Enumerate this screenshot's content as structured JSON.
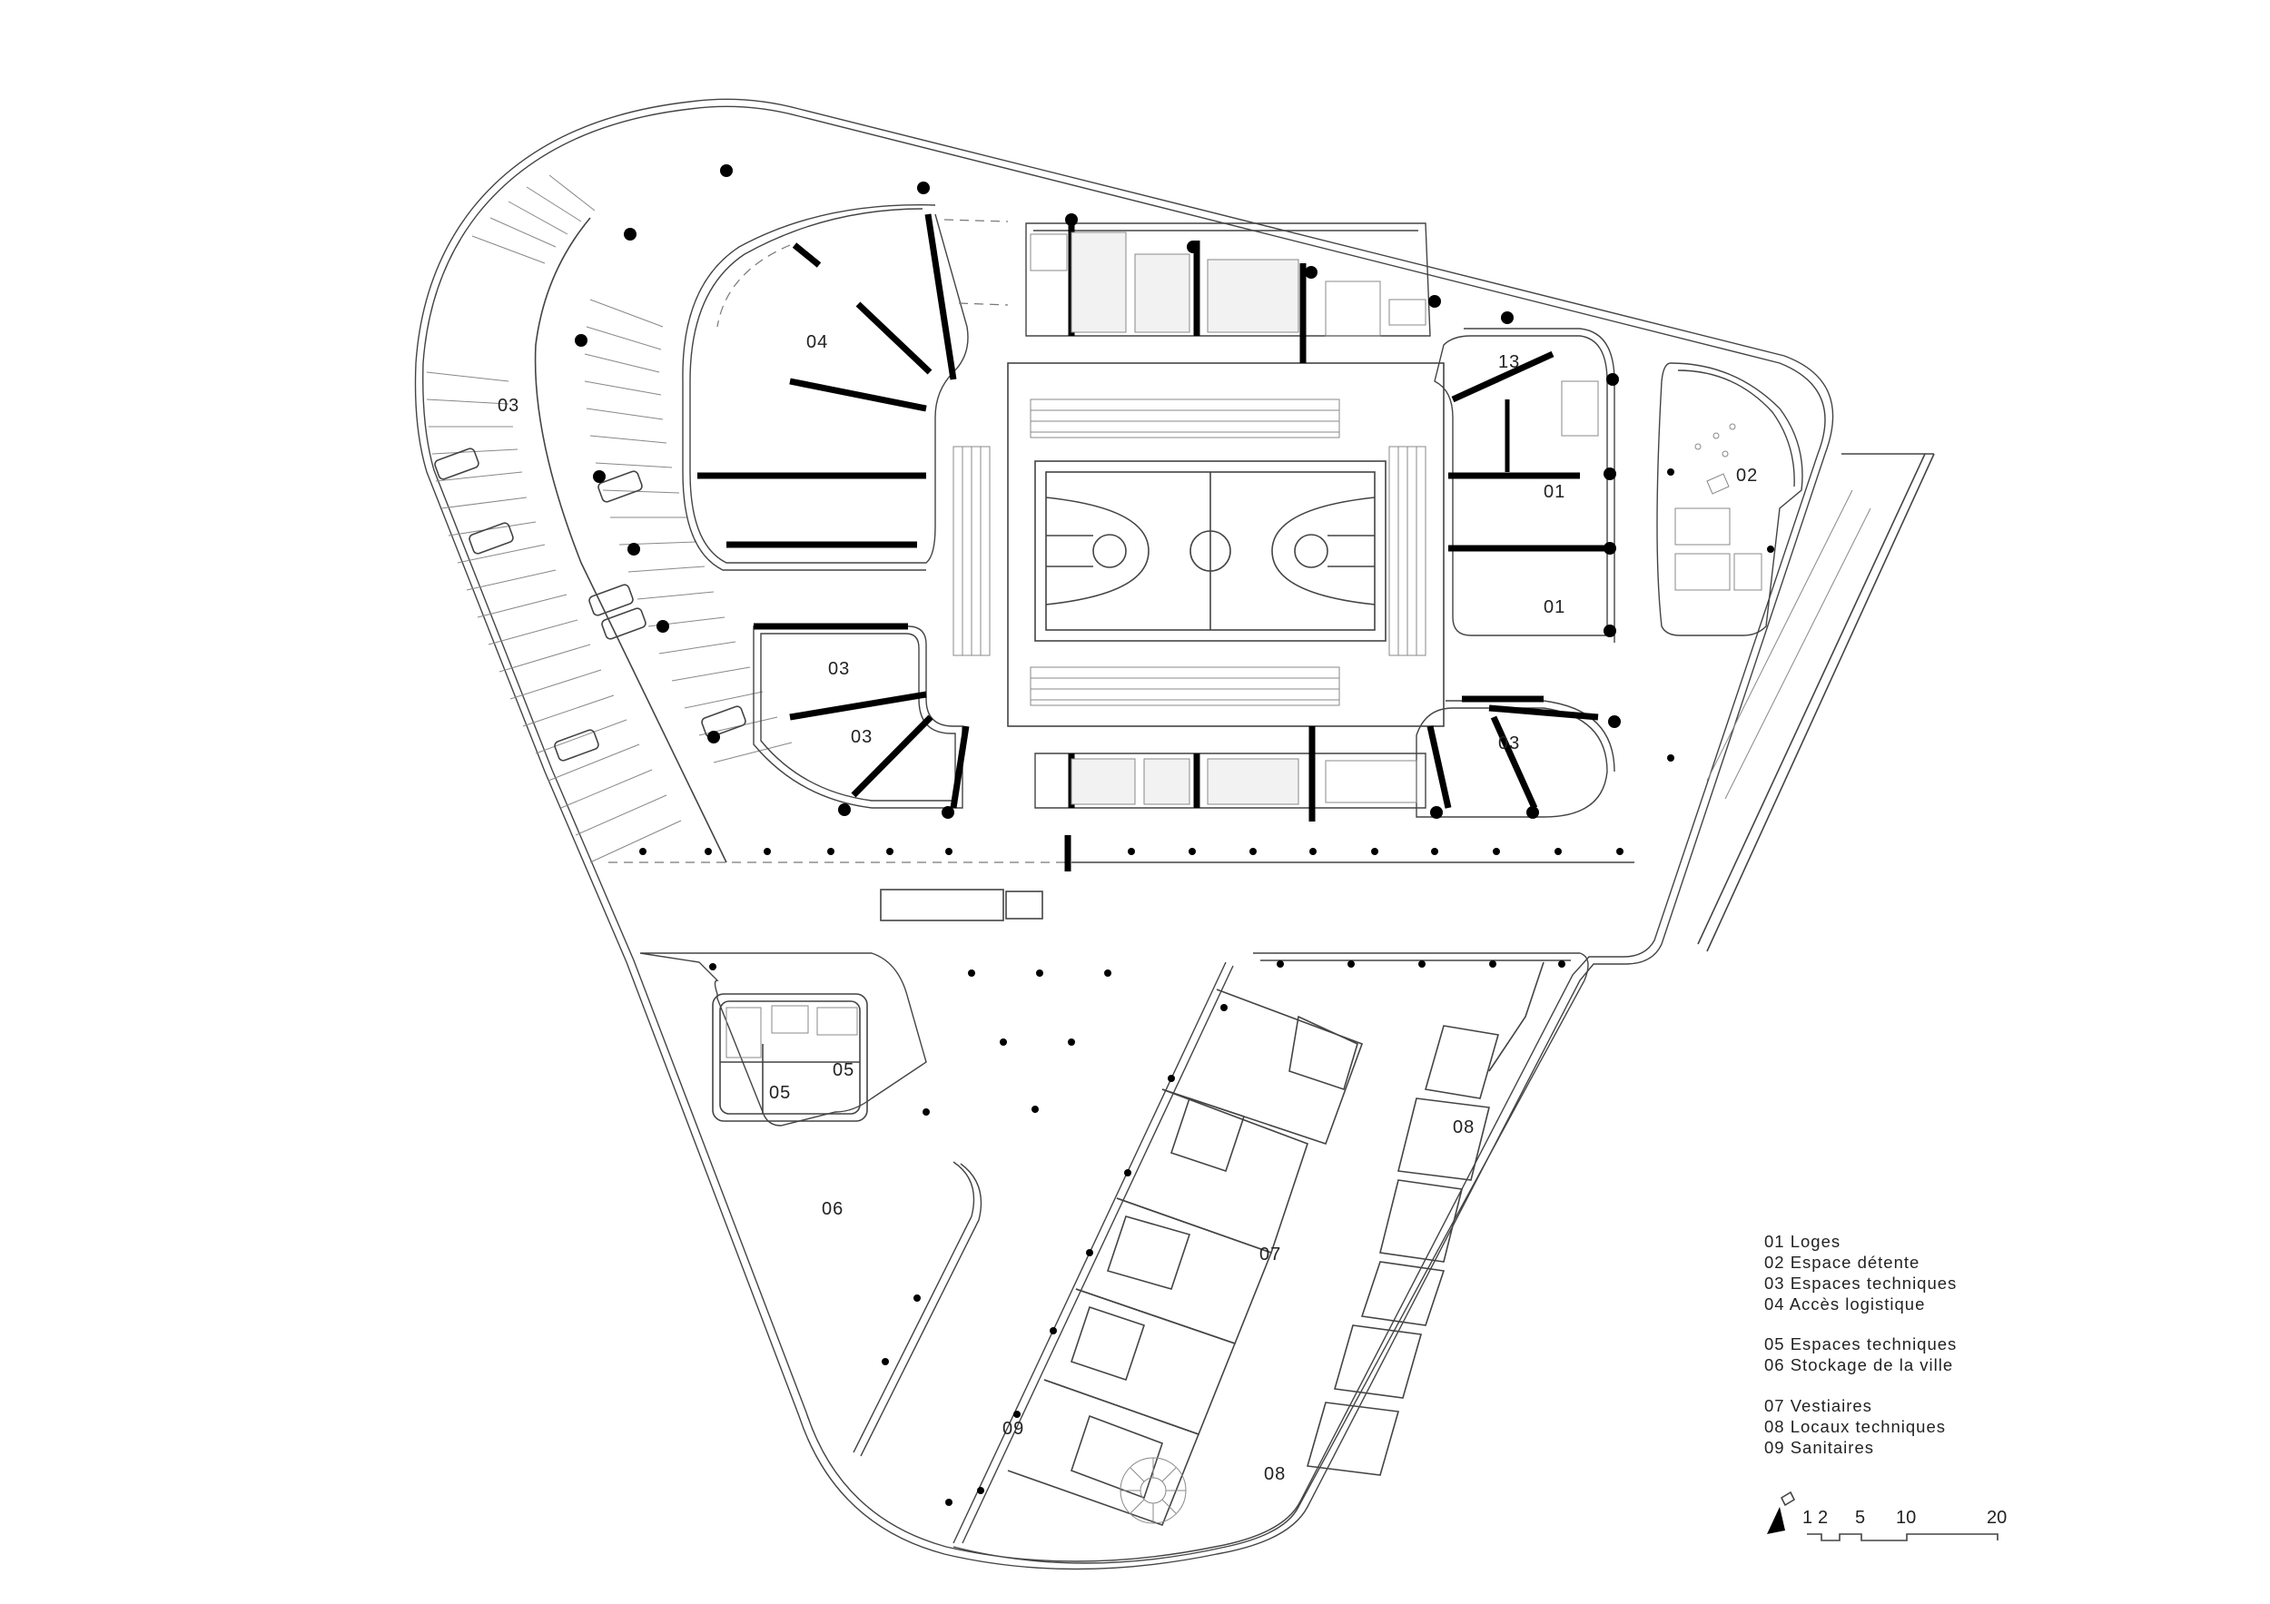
{
  "plan": {
    "labels": [
      {
        "id": "lbl-04",
        "text": "04"
      },
      {
        "id": "lbl-03-parking",
        "text": "03"
      },
      {
        "id": "lbl-03-a",
        "text": "03"
      },
      {
        "id": "lbl-03-b",
        "text": "03"
      },
      {
        "id": "lbl-03-c",
        "text": "03"
      },
      {
        "id": "lbl-13",
        "text": "13"
      },
      {
        "id": "lbl-01-a",
        "text": "01"
      },
      {
        "id": "lbl-01-b",
        "text": "01"
      },
      {
        "id": "lbl-02",
        "text": "02"
      },
      {
        "id": "lbl-05-a",
        "text": "05"
      },
      {
        "id": "lbl-05-b",
        "text": "05"
      },
      {
        "id": "lbl-06",
        "text": "06"
      },
      {
        "id": "lbl-07",
        "text": "07"
      },
      {
        "id": "lbl-08-a",
        "text": "08"
      },
      {
        "id": "lbl-08-b",
        "text": "08"
      },
      {
        "id": "lbl-09",
        "text": "09"
      }
    ]
  },
  "legend": {
    "groups": [
      [
        "01  Loges",
        "02  Espace  détente",
        "03  Espaces  techniques",
        "04  Accès  logistique"
      ],
      [
        "05  Espaces  techniques",
        "06  Stockage  de  la  ville"
      ],
      [
        "07  Vestiaires",
        "08  Locaux  techniques",
        "09  Sanitaires"
      ]
    ]
  },
  "scale_bar": {
    "ticks": [
      "1",
      "2",
      "5",
      "10",
      "20"
    ]
  },
  "north_arrow": {
    "icon": "north-arrow-icon"
  }
}
